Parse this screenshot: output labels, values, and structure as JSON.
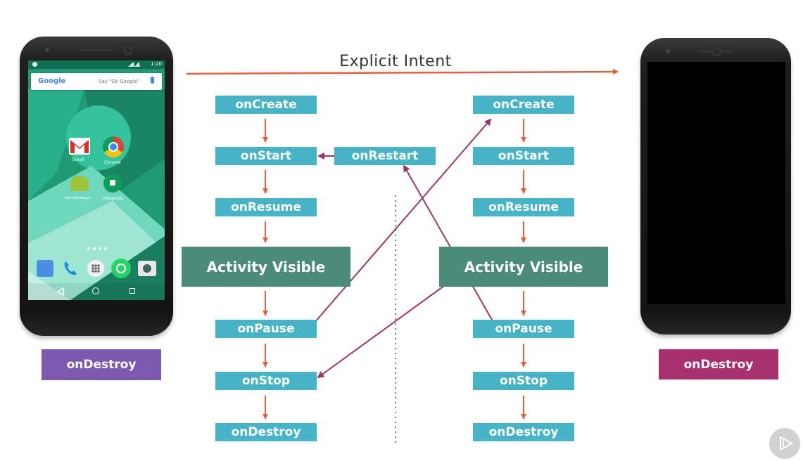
{
  "header": {
    "title": "Explicit Intent"
  },
  "colors": {
    "state_box": "#47b3c6",
    "visible_box": "#4a8b79",
    "arrow_orange": "#e2603a",
    "cross_arrow": "#9b3468",
    "left_destroy": "#7b5ab0",
    "right_destroy": "#a8306e"
  },
  "left_phone": {
    "status_time": "1:20",
    "search_brand": "Google",
    "search_hint": "Say \"Ok Google\"",
    "apps": [
      "Gmail",
      "Chrome",
      "ActivityLifecyc...",
      "Hangouts"
    ],
    "dock": [
      "contacts-icon",
      "phone-icon",
      "apps-grid-icon",
      "whatsapp-icon",
      "camera-icon"
    ],
    "destroy_label": "onDestroy"
  },
  "right_phone": {
    "destroy_label": "onDestroy"
  },
  "activity_a": {
    "states": [
      "onCreate",
      "onStart",
      "onResume",
      "onPause",
      "onStop",
      "onDestroy"
    ],
    "visible_label": "Activity Visible",
    "restart_label": "onRestart"
  },
  "activity_b": {
    "states": [
      "onCreate",
      "onStart",
      "onResume",
      "onPause",
      "onStop",
      "onDestroy"
    ],
    "visible_label": "Activity Visible"
  },
  "play_button": {
    "icon": "play-icon"
  }
}
